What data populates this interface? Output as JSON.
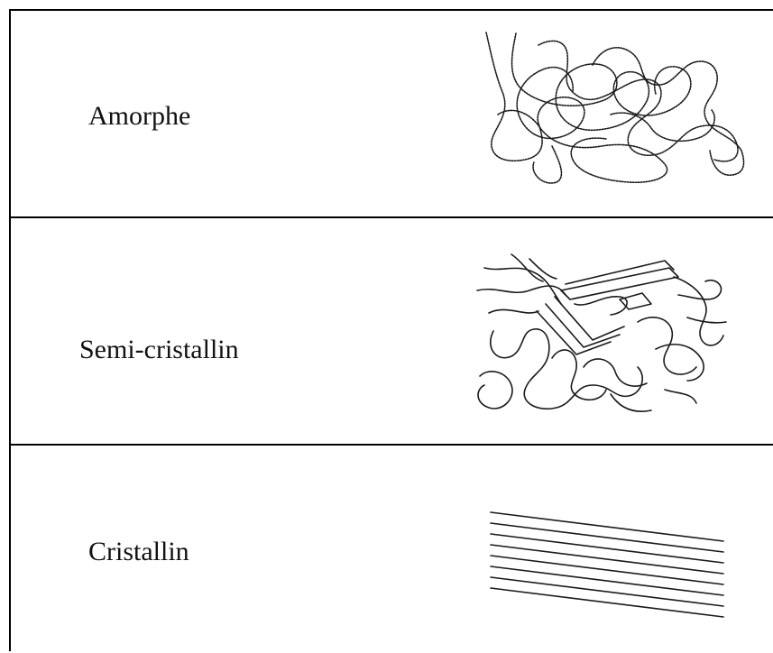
{
  "rows": [
    {
      "label": "Amorphe",
      "illustration": "amorphous-chain-tangle"
    },
    {
      "label": "Semi-cristallin",
      "illustration": "semicrystalline-chains"
    },
    {
      "label": "Cristallin",
      "illustration": "crystalline-parallel-lines"
    }
  ],
  "colors": {
    "line": "#000000",
    "background": "#ffffff"
  }
}
